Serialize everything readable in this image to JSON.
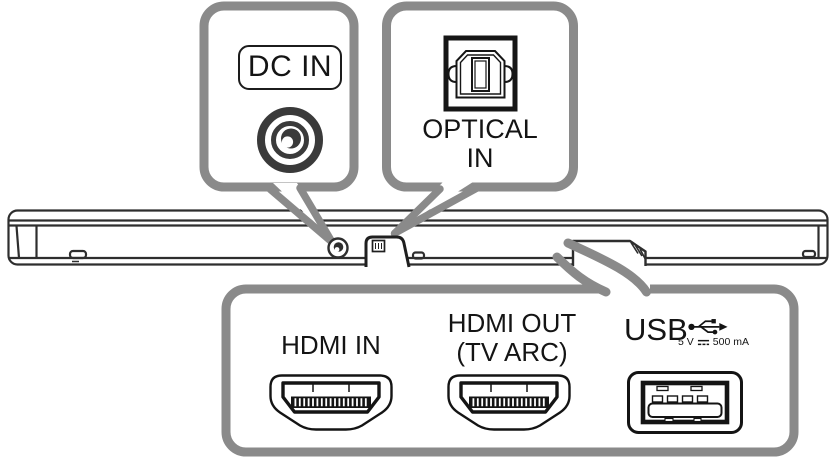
{
  "callouts": {
    "dc_in": {
      "label": "DC IN"
    },
    "optical_in": {
      "line1": "OPTICAL",
      "line2": "IN"
    },
    "ports": {
      "hdmi_in": {
        "label": "HDMI IN"
      },
      "hdmi_out": {
        "line1": "HDMI OUT",
        "line2": "(TV ARC)"
      },
      "usb": {
        "label": "USB",
        "rating_voltage": "5 V",
        "rating_current": "500 mA"
      }
    }
  },
  "icons": {
    "dc_plug": "concentric-rings-dc-plug",
    "optical_port": "toslink-square-port",
    "hdmi_connector": "hdmi-plug-outline",
    "usb_port": "usb-a-port-outline",
    "usb_trident": "usb-trident-symbol",
    "dc_voltage_symbol": "solid-line-over-dashed-line"
  },
  "colors": {
    "background": "#ffffff",
    "callout_border": "#8a8a8a",
    "soundbar_line": "#2e2e2e",
    "icon_black": "#141414"
  }
}
